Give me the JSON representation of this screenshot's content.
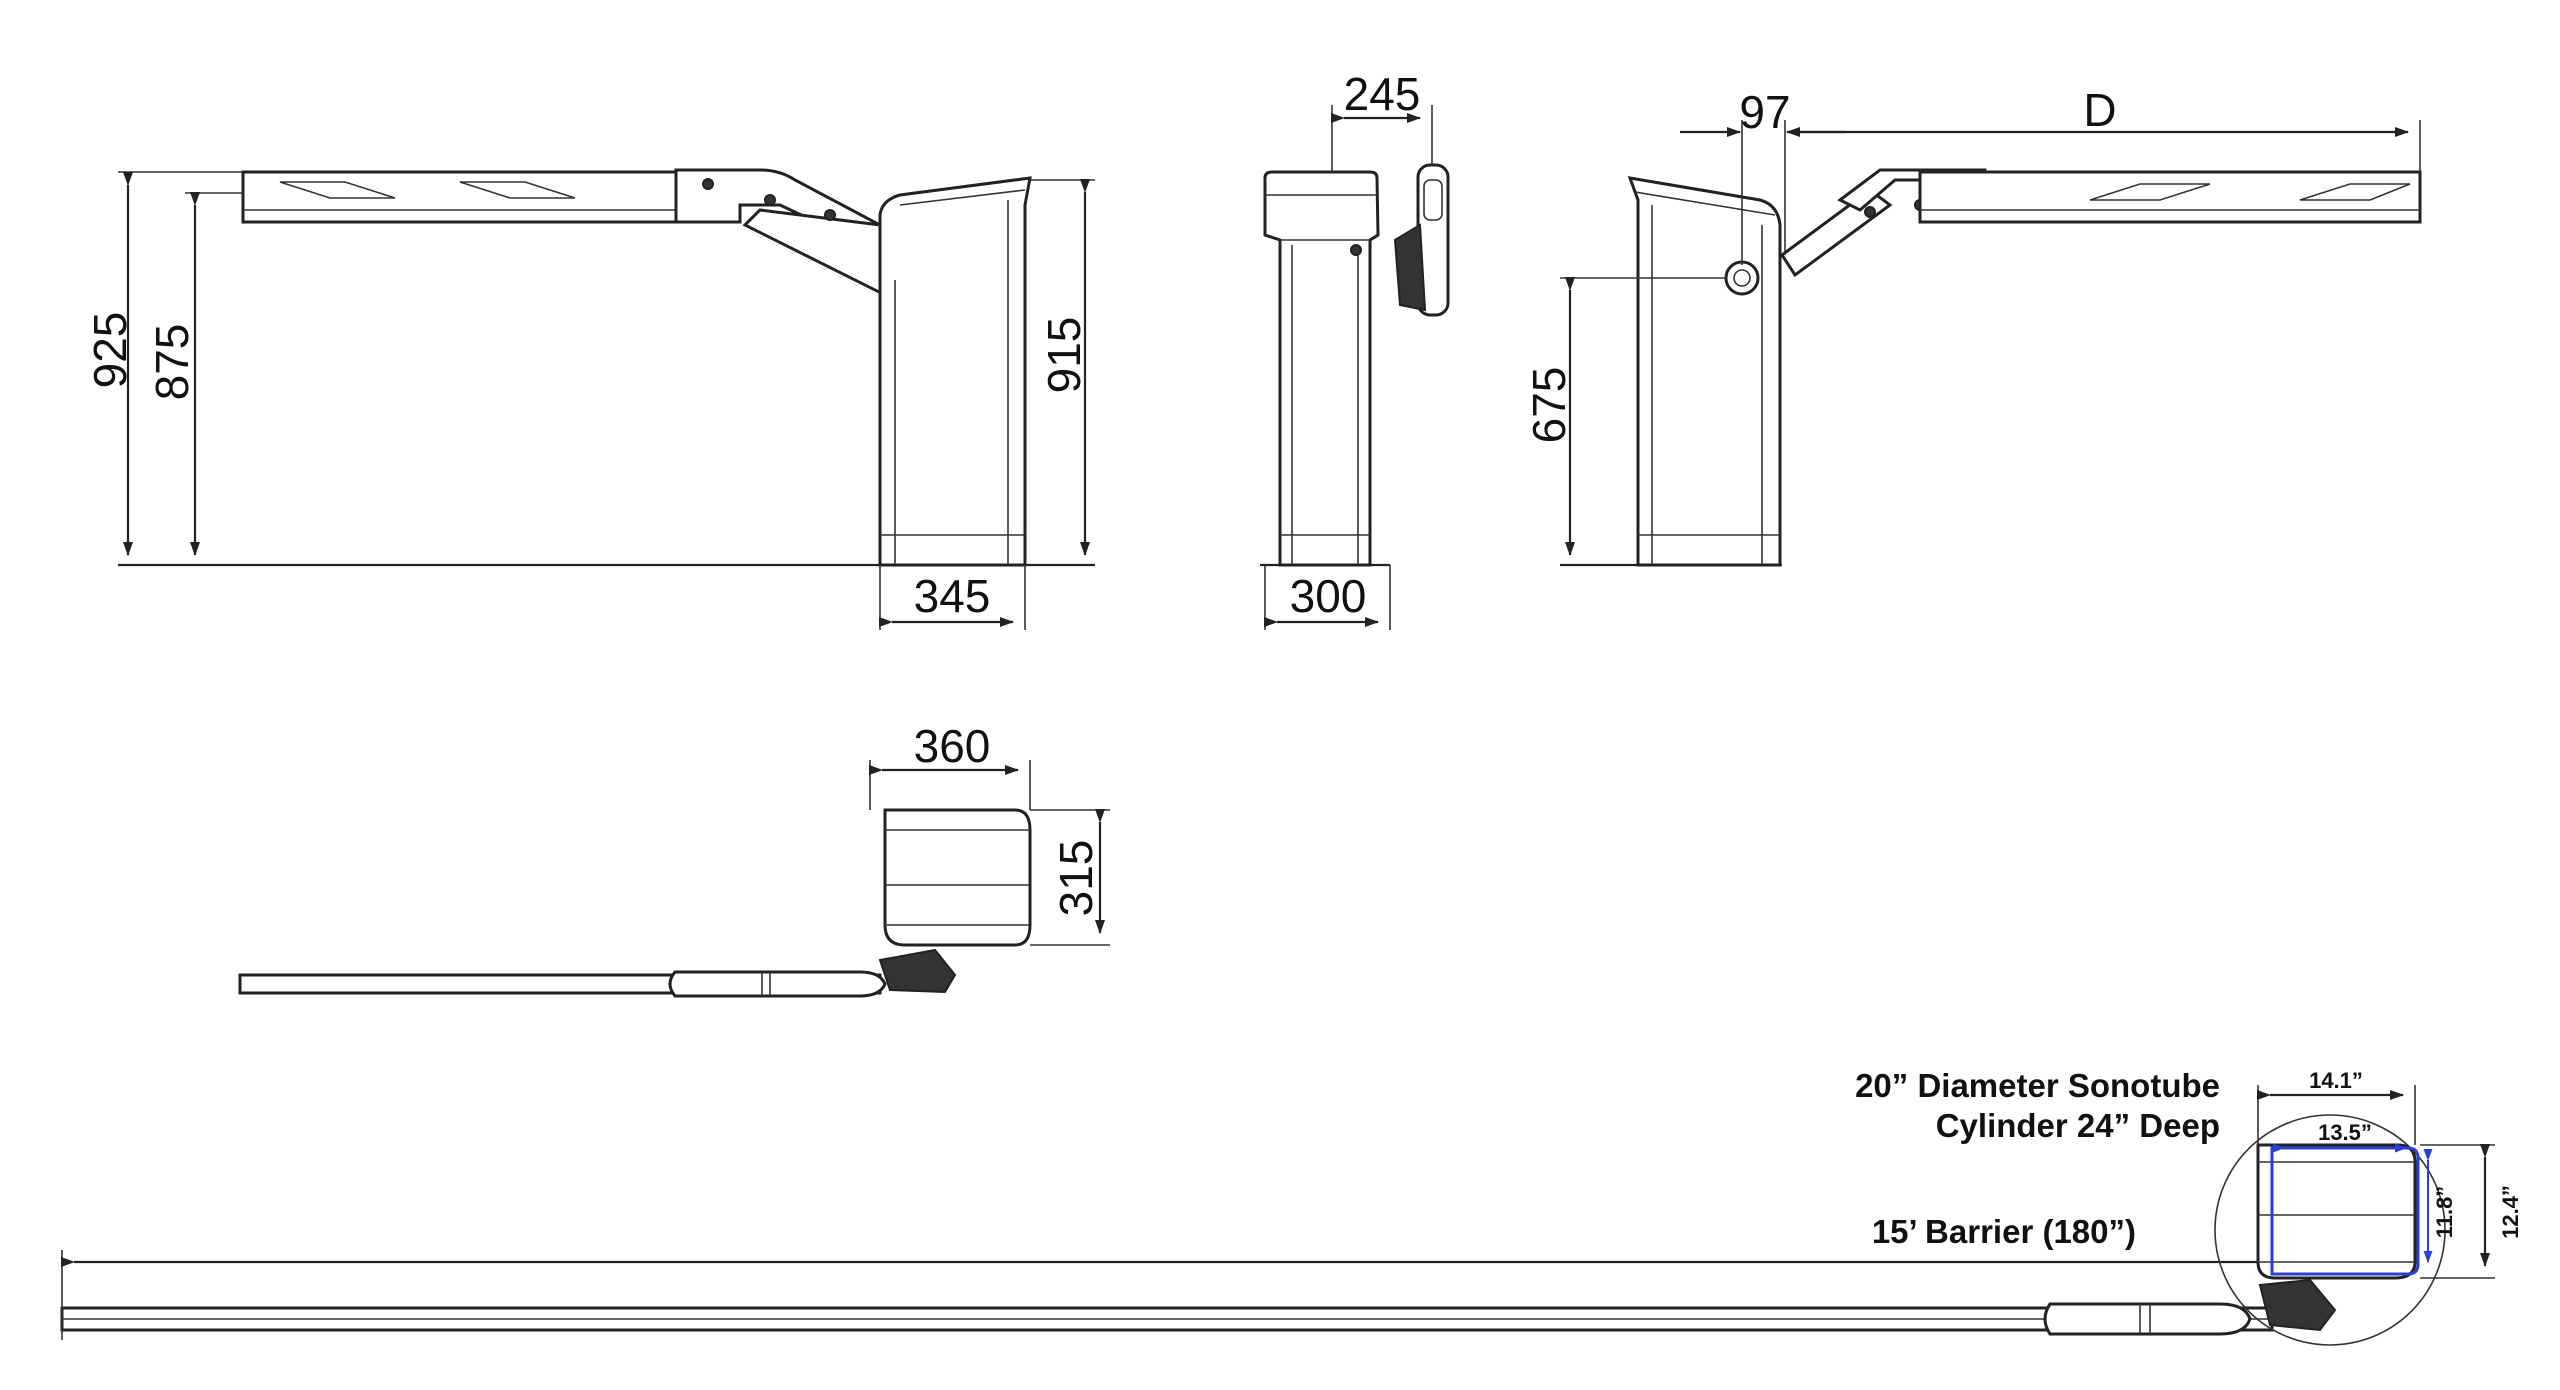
{
  "dimensions": {
    "front_total_height": "925",
    "front_arm_height": "875",
    "front_cabinet_height": "915",
    "front_cabinet_width": "345",
    "side_arm_offset": "245",
    "side_depth": "300",
    "rear_offset": "97",
    "rear_length": "D",
    "rear_pivot_height": "675",
    "top_width": "360",
    "top_depth": "315"
  },
  "plan": {
    "sonotube_line1": "20” Diameter Sonotube",
    "sonotube_line2": "Cylinder 24” Deep",
    "barrier_label": "15’ Barrier (180”)",
    "outer_width": "14.1”",
    "inner_width": "13.5”",
    "inner_height": "11.8”",
    "outer_height": "12.4”"
  },
  "colors": {
    "line": "#222222",
    "accent_blue": "#2a3fd4"
  }
}
